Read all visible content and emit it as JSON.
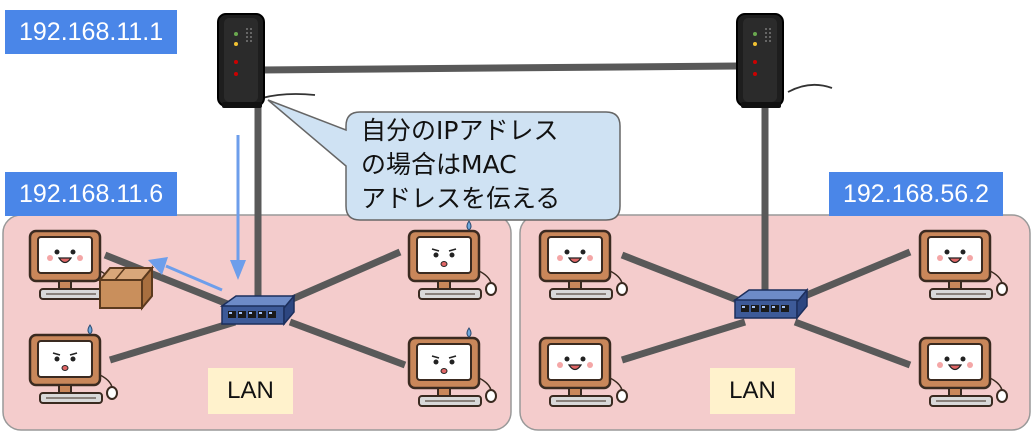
{
  "router_left_ip": "192.168.11.1",
  "host_ip": "192.168.11.6",
  "remote_ip": "192.168.56.2",
  "left_lan_label": "LAN",
  "right_lan_label": "LAN",
  "callout": {
    "line1": "自分のIPアドレス",
    "line2": "の場合はMAC",
    "line3": "アドレスを伝える"
  },
  "colors": {
    "ip_label_bg": "#4a86e8",
    "lan_bg": "#f4cccc",
    "lan_label_bg": "#fff2cc",
    "callout_bg": "#cfe2f3",
    "cable": "#595959",
    "switch": "#3d5a98",
    "arrow": "#6d9eeb"
  }
}
